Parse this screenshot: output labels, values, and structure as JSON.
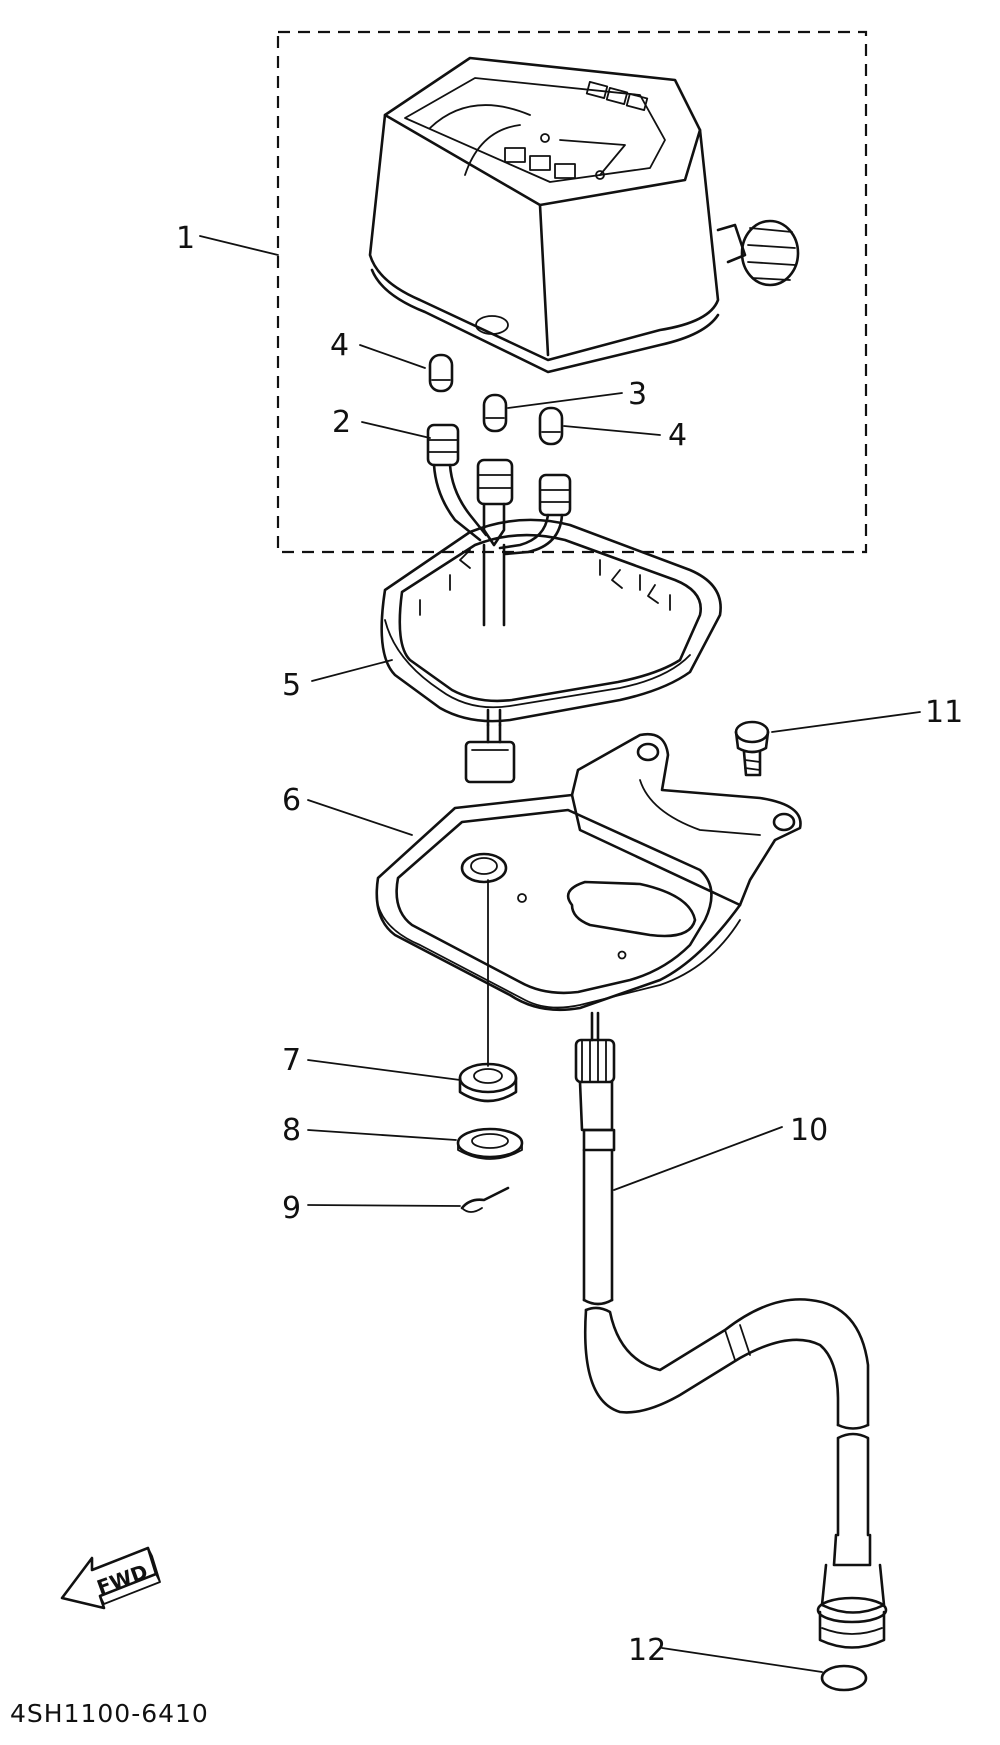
{
  "labels": {
    "p1": "1",
    "p2": "2",
    "p3": "3",
    "p4a": "4",
    "p4b": "4",
    "p5": "5",
    "p6": "6",
    "p7": "7",
    "p8": "8",
    "p9": "9",
    "p10": "10",
    "p11": "11",
    "p12": "12"
  },
  "diagram_code": "4SH1100-6410",
  "fwd_arrow_label": "FWD"
}
